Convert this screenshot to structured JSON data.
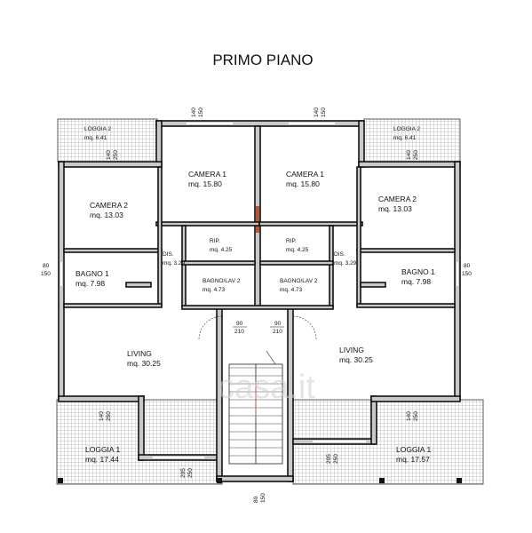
{
  "title": "PRIMO PIANO",
  "watermark": "casa.it",
  "rooms": {
    "loggia2_left": {
      "name": "LOGGIA 2",
      "area": "mq. 6.41"
    },
    "loggia2_right": {
      "name": "LOGGIA 2",
      "area": "mq. 6.41"
    },
    "camera1_left": {
      "name": "CAMERA 1",
      "area": "mq. 15.80"
    },
    "camera1_right": {
      "name": "CAMERA 1",
      "area": "mq. 15.80"
    },
    "camera2_left": {
      "name": "CAMERA 2",
      "area": "mq. 13.03"
    },
    "camera2_right": {
      "name": "CAMERA 2",
      "area": "mq. 13.03"
    },
    "rip_left": {
      "name": "RIP.",
      "area": "mq. 4.25"
    },
    "rip_right": {
      "name": "RIP.",
      "area": "mq. 4.25"
    },
    "dis_left": {
      "name": "DIS.",
      "area": "mq. 3.29"
    },
    "dis_right": {
      "name": "DIS.",
      "area": "mq. 3.29"
    },
    "bagno1_left": {
      "name": "BAGNO 1",
      "area": "mq. 7.98"
    },
    "bagno1_right": {
      "name": "BAGNO 1",
      "area": "mq. 7.98"
    },
    "bagnolav2_left": {
      "name": "BAGNO/LAV 2",
      "area": "mq. 4.73"
    },
    "bagnolav2_right": {
      "name": "BAGNO/LAV 2",
      "area": "mq. 4.73"
    },
    "living_left": {
      "name": "LIVING",
      "area": "mq. 30.25"
    },
    "living_right": {
      "name": "LIVING",
      "area": "mq. 30.25"
    },
    "loggia1_left": {
      "name": "LOGGIA 1",
      "area": "mq. 17.44"
    },
    "loggia1_right": {
      "name": "LOGGIA 1",
      "area": "mq. 17.57"
    }
  },
  "dimensions": {
    "top_window_left": {
      "w": "140",
      "h": "150"
    },
    "top_window_right": {
      "w": "140",
      "h": "150"
    },
    "loggia2_left_door": {
      "w": "140",
      "h": "250"
    },
    "loggia2_right_door": {
      "w": "140",
      "h": "250"
    },
    "side_window_left": {
      "w": "80",
      "h": "150"
    },
    "side_window_right": {
      "w": "80",
      "h": "150"
    },
    "stair_door_left": {
      "w": "90",
      "h": "210"
    },
    "stair_door_right": {
      "w": "90",
      "h": "210"
    },
    "loggia1_left_door": {
      "w": "140",
      "h": "250"
    },
    "loggia1_right_door": {
      "w": "140",
      "h": "250"
    },
    "bottom_left_window": {
      "w": "205",
      "h": "250"
    },
    "bottom_right_window": {
      "w": "205",
      "h": "250"
    },
    "bottom_center": {
      "w": "80",
      "h": "150"
    }
  }
}
